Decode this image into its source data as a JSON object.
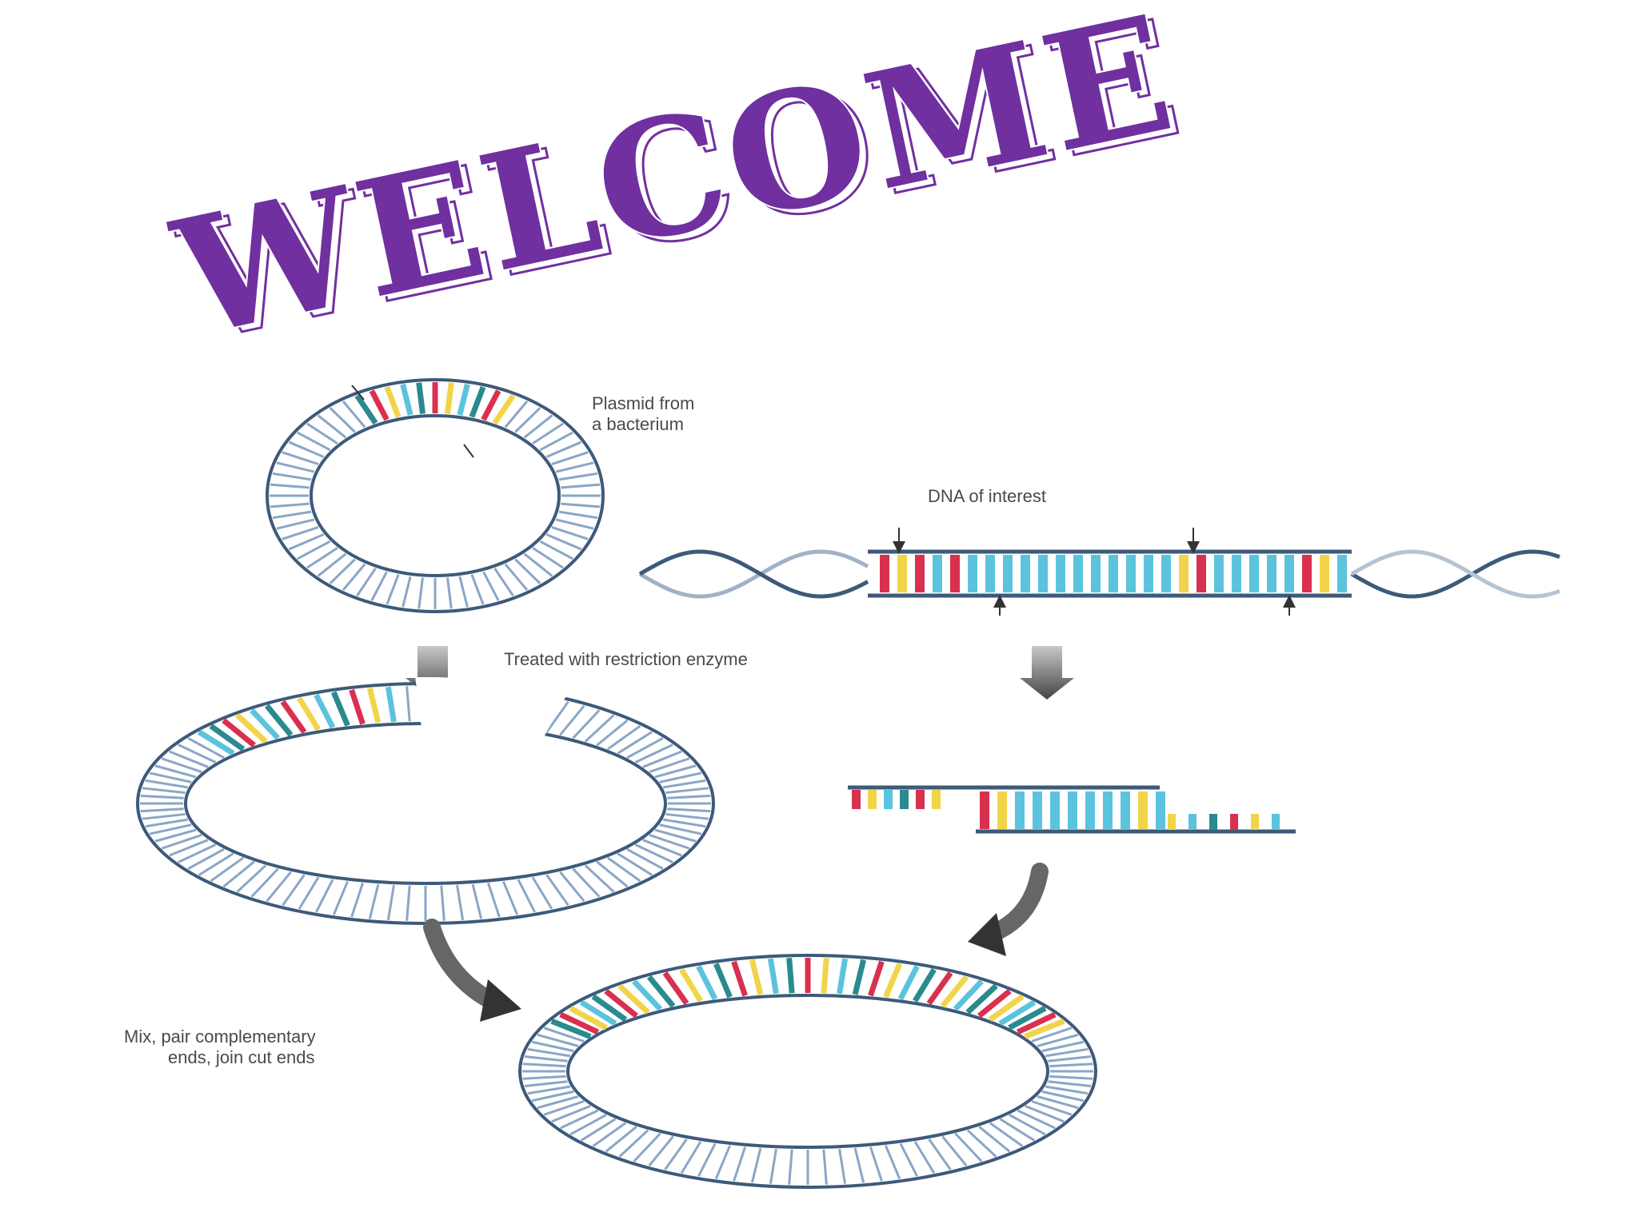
{
  "welcome": {
    "title": "WELCOME"
  },
  "diagram": {
    "labels": {
      "plasmid_line1": "Plasmid from",
      "plasmid_line2": "a bacterium",
      "dna_of_interest": "DNA of interest",
      "treated": "Treated with restriction enzyme",
      "mix_line1": "Mix, pair complementary",
      "mix_line2": "ends, join cut ends"
    }
  },
  "colors": {
    "title": "#7030a0",
    "dna_backbone": "#3d5a7a",
    "dna_rung": "#8aa6c6",
    "base_red": "#d9304f",
    "base_yellow": "#f1d44a",
    "base_cyan": "#5cc3dd",
    "base_teal": "#2a8a8f",
    "arrow": "#555555"
  }
}
